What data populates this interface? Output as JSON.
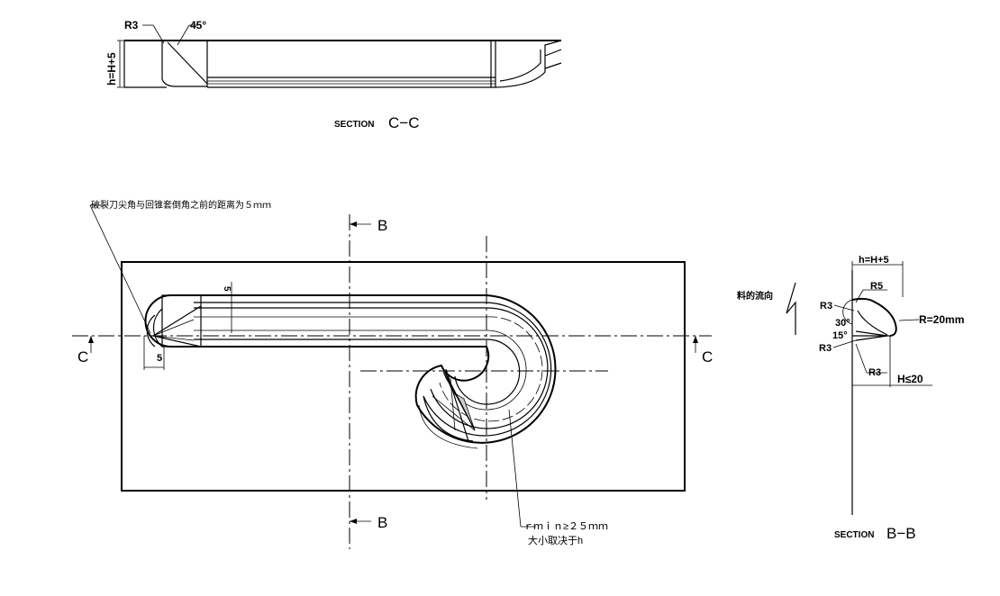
{
  "section_cc": {
    "label_small": "SECTION",
    "label_big": "C−C",
    "r3": "R3",
    "angle45": "45°",
    "height": "h=H+5"
  },
  "main_view": {
    "note_top": "破裂刀尖角与回锥套倒角之前的距离为５ｍｍ",
    "label_b_top": "B",
    "label_b_bottom": "B",
    "label_c_left": "C",
    "label_c_right": "C",
    "dim_5_vertical": "5",
    "dim_5_horizontal": "5",
    "note_rmin": "ｒｍｉｎ≥２５ｍｍ",
    "note_h": "大小取决于h"
  },
  "section_bb": {
    "label_small": "SECTION",
    "label_big": "B−B",
    "flow_direction": "料的流向",
    "height": "h=H+5",
    "r5": "R5",
    "r3_top": "R3",
    "r3_mid": "R3",
    "r3_bottom": "R3",
    "angle30": "30°",
    "angle15": "15°",
    "r20": "R=20mm",
    "h_limit": "H≤20"
  }
}
